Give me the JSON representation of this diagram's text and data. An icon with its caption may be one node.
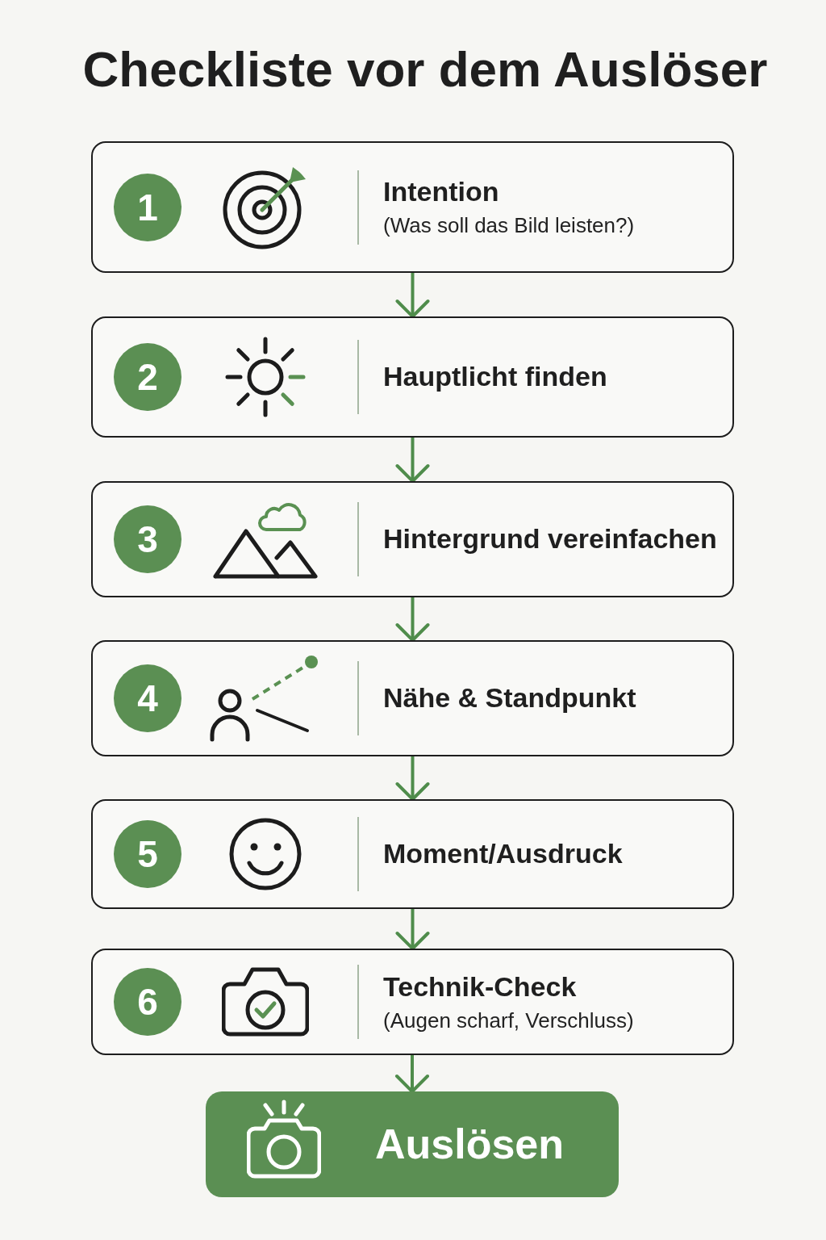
{
  "diagram": {
    "title": "Checkliste vor dem Auslöser",
    "nodes": [
      {
        "text": [
          "Intention",
          "(Was soll das Bild leisten?)"
        ]
      },
      {
        "text": [
          "1"
        ],
        "in": 0
      },
      {
        "text": [
          "Hauptlicht finden"
        ]
      },
      {
        "text": [
          "2"
        ],
        "in": 2
      },
      {
        "text": [
          "Hintergrund vereinfachen"
        ]
      },
      {
        "text": [
          "3"
        ],
        "in": 4
      },
      {
        "text": [
          "Nähe & Standpunkt"
        ]
      },
      {
        "text": [
          "4"
        ],
        "in": 6
      },
      {
        "text": [
          "Moment/Ausdruck"
        ]
      },
      {
        "text": [
          "5"
        ],
        "in": 8
      },
      {
        "text": [
          "Technik-Check",
          "(Augen scharf, Verschluss)"
        ]
      },
      {
        "text": [
          "6"
        ],
        "in": 10
      },
      {
        "text": [
          "Auslösen"
        ]
      }
    ],
    "edges": [
      {
        "from": 0,
        "to": 2,
        "arrow": "to"
      },
      {
        "from": 2,
        "to": 4,
        "arrow": "to"
      },
      {
        "from": 4,
        "to": 6,
        "arrow": "to"
      },
      {
        "from": 6,
        "to": 8,
        "arrow": "to"
      },
      {
        "from": 8,
        "to": 10,
        "arrow": "to"
      },
      {
        "from": 10,
        "to": 12,
        "arrow": "to"
      }
    ]
  }
}
